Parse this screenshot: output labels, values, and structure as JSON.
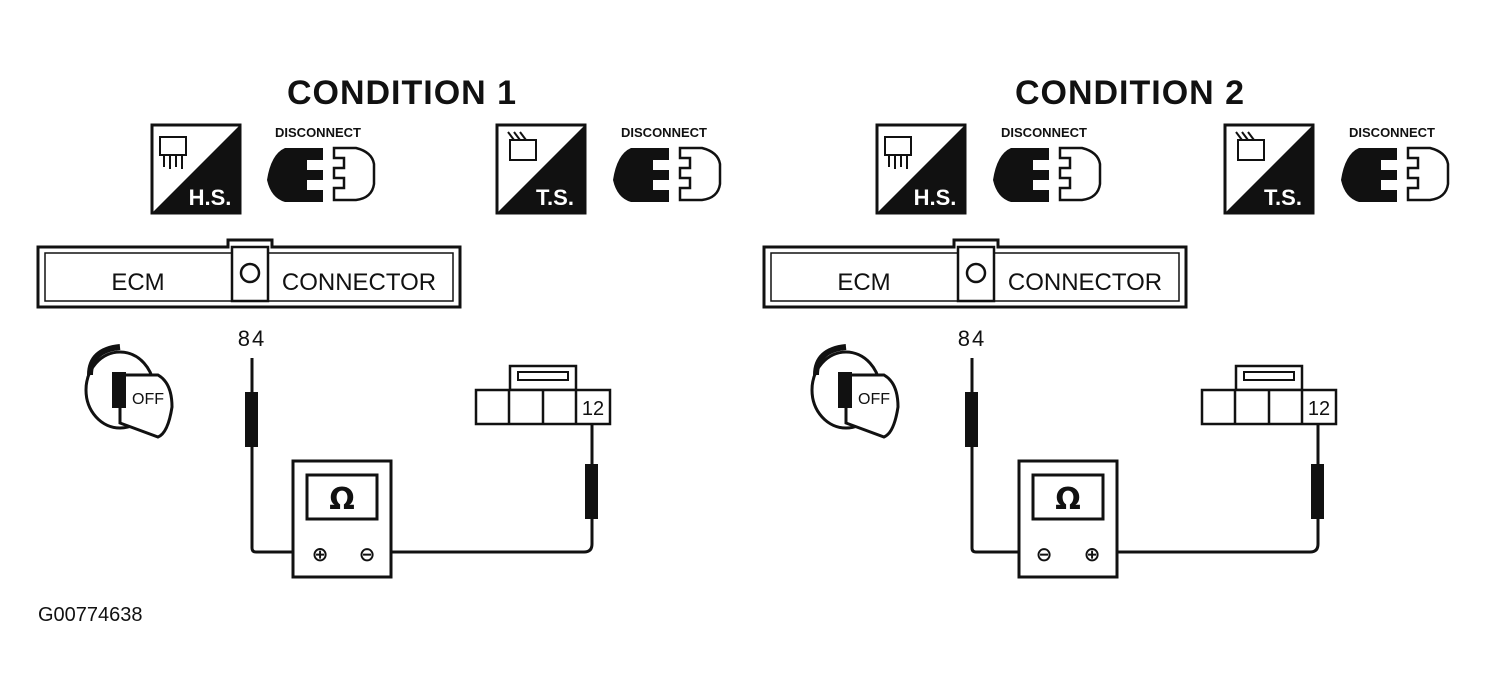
{
  "figure_id": "G00774638",
  "conditions": [
    {
      "title": "CONDITION 1",
      "icons": [
        {
          "badge": "H.S.",
          "icon": "harness-side-connector-icon"
        },
        {
          "label": "DISCONNECT",
          "icon": "disconnect-connector-icon"
        },
        {
          "badge": "T.S.",
          "icon": "terminal-side-connector-icon"
        },
        {
          "label": "DISCONNECT",
          "icon": "disconnect-connector-icon"
        }
      ],
      "ecm_label": "ECM",
      "connector_label": "CONNECTOR",
      "pin_left": "84",
      "pin_right": "12",
      "ignition": "OFF",
      "meter_symbol": "Ω",
      "terminal_left": "⊕",
      "terminal_right": "⊖"
    },
    {
      "title": "CONDITION 2",
      "icons": [
        {
          "badge": "H.S.",
          "icon": "harness-side-connector-icon"
        },
        {
          "label": "DISCONNECT",
          "icon": "disconnect-connector-icon"
        },
        {
          "badge": "T.S.",
          "icon": "terminal-side-connector-icon"
        },
        {
          "label": "DISCONNECT",
          "icon": "disconnect-connector-icon"
        }
      ],
      "ecm_label": "ECM",
      "connector_label": "CONNECTOR",
      "pin_left": "84",
      "pin_right": "12",
      "ignition": "OFF",
      "meter_symbol": "Ω",
      "terminal_left": "⊖",
      "terminal_right": "⊕"
    }
  ]
}
